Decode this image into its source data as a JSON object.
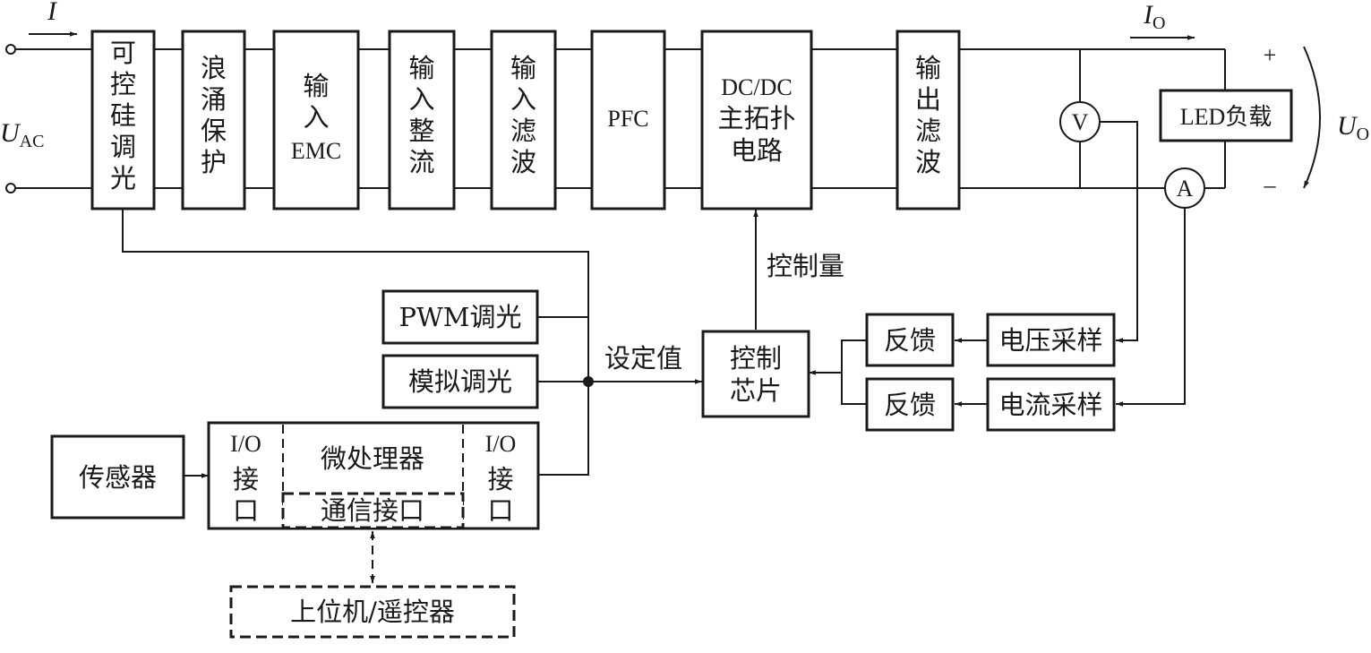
{
  "input": {
    "current_label": "I",
    "voltage_main": "U",
    "voltage_sub": "AC"
  },
  "output": {
    "current_main": "I",
    "current_sub": "O",
    "voltage_main": "U",
    "voltage_sub": "O",
    "plus": "+",
    "minus": "–"
  },
  "blocks": {
    "triac": [
      "可",
      "控",
      "硅",
      "调",
      "光"
    ],
    "surge": [
      "浪",
      "涌",
      "保",
      "护"
    ],
    "emc": [
      "输",
      "入",
      "EMC"
    ],
    "rectifier": [
      "输",
      "入",
      "整",
      "流"
    ],
    "input_filter": [
      "输",
      "入",
      "滤",
      "波"
    ],
    "pfc": "PFC",
    "dcdc": [
      "DC/DC",
      "主拓扑",
      "电路"
    ],
    "output_filter": [
      "输",
      "出",
      "滤",
      "波"
    ],
    "led_load": "LED负载",
    "voltmeter": "V",
    "ammeter": "A",
    "pwm_dimming": "PWM调光",
    "analog_dimming": "模拟调光",
    "sensor": "传感器",
    "io_left": [
      "I/O",
      "接",
      "口"
    ],
    "microprocessor": "微处理器",
    "comm_interface": "通信接口",
    "io_right": [
      "I/O",
      "接",
      "口"
    ],
    "host": "上位机/遥控器",
    "control_chip": [
      "控制",
      "芯片"
    ],
    "feedback_top": "反馈",
    "feedback_bottom": "反馈",
    "voltage_sampling": "电压采样",
    "current_sampling": "电流采样"
  },
  "labels": {
    "control_quantity": "控制量",
    "set_value": "设定值"
  }
}
